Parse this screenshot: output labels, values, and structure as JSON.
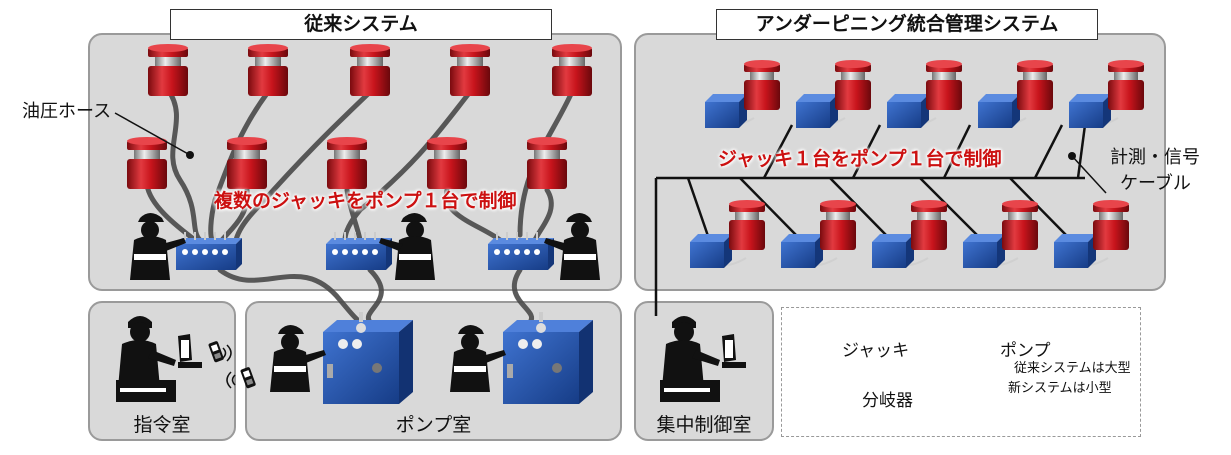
{
  "titles": {
    "conventional": "従来システム",
    "integrated": "アンダーピニング統合管理システム"
  },
  "labels": {
    "hydraulic_hose": "油圧ホース",
    "multi_jack_one_pump": "複数のジャッキをポンプ１台で制御",
    "one_jack_one_pump": "ジャッキ１台をポンプ１台で制御",
    "measure_signal_line1": "計測・信号",
    "measure_signal_line2": "ケーブル"
  },
  "rooms": {
    "command": "指令室",
    "pump": "ポンプ室",
    "central": "集中制御室"
  },
  "legend": {
    "jack": "ジャッキ",
    "pump": "ポンプ",
    "manifold": "分岐器",
    "note_line1": "従来システムは大型",
    "note_line2": "新システムは小型"
  },
  "colors": {
    "jack_red": "#c8141c",
    "pump_blue": "#1f4fa8",
    "panel_gray": "#d9d9d9",
    "emphasis_red": "#cc1010"
  }
}
